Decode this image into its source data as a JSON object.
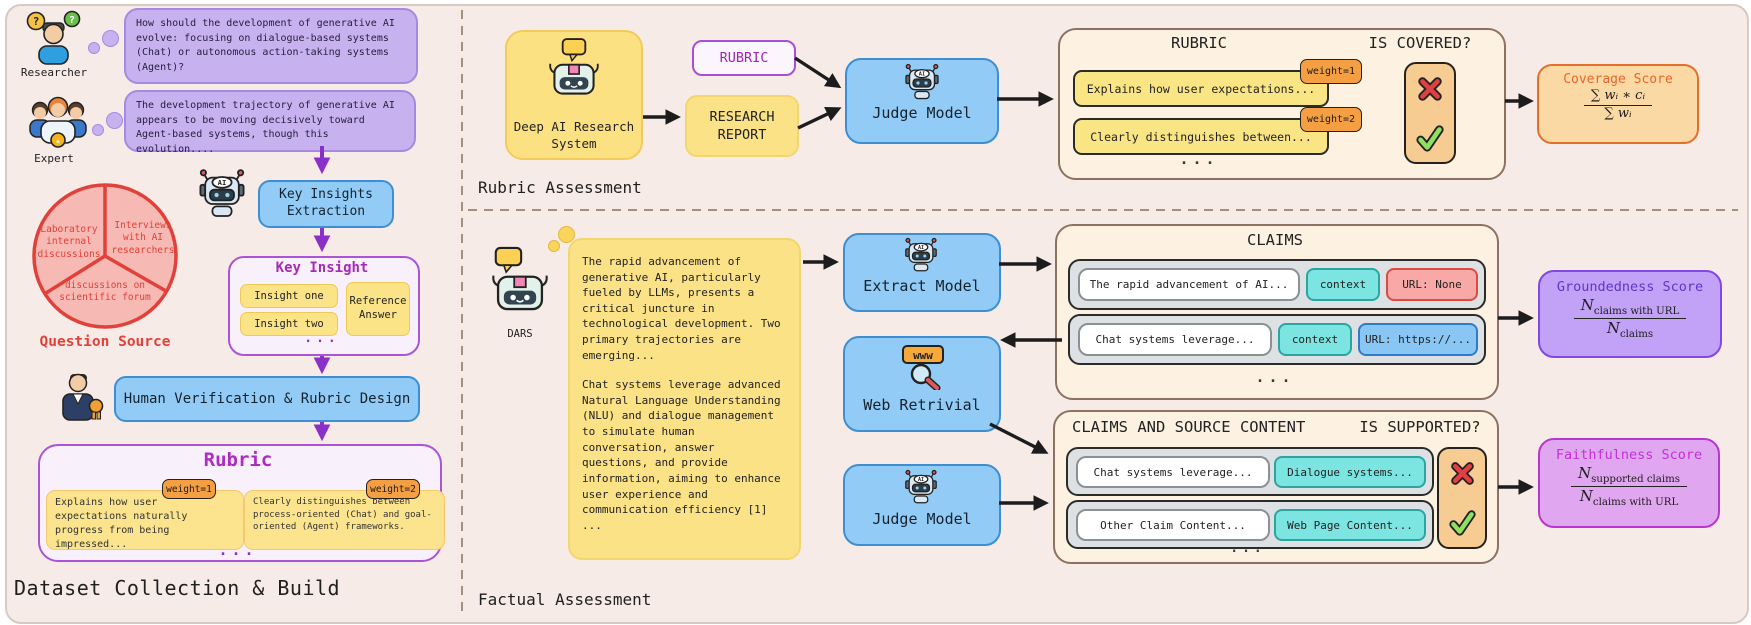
{
  "colors": {
    "panel_bg": "#f6ebe6",
    "blue_box": "#92ccf6",
    "yellow_box": "#fce183",
    "cream_box": "#fdf2e1",
    "purple_bubble": "#c8b1ef",
    "purple_accent": "#8b2fc9",
    "pie_red": "#e0413a",
    "weight_orange": "#f59f43",
    "context_cyan": "#7de5e1",
    "url_none_pink": "#f8a9a7",
    "url_link_blue": "#8ac6f4",
    "coverage_orange": "#e8662b",
    "groundedness_purple": "#6d3df0",
    "faithfulness_magenta": "#c231d6",
    "check_green": "#8ee05e",
    "cross_red": "#e23f44"
  },
  "icons": {
    "ai_label": "AI",
    "www_label": "www",
    "question_mark": "?",
    "star": "★"
  },
  "left": {
    "section_label": "Dataset Collection & Build",
    "researcher_label": "Researcher",
    "researcher_bubble": "How should the development of generative AI evolve: focusing on dialogue-based systems (Chat) or autonomous action-taking systems (Agent)?",
    "expert_label": "Expert",
    "expert_bubble": "The development trajectory of generative AI appears to be moving decisively toward Agent-based systems, though this evolution....",
    "pie": {
      "title": "Question Source",
      "slice1": "Laboratory internal discussions",
      "slice2": "Interviews with AI researchers",
      "slice3": "discussions on scientific forum"
    },
    "key_insights_extraction": "Key Insights Extraction",
    "key_insight": {
      "title": "Key Insight",
      "item1": "Insight one",
      "item2": "Insight two",
      "ellipsis": "...",
      "reference": "Reference Answer"
    },
    "human_verification": "Human Verification & Rubric Design",
    "rubric": {
      "title": "Rubric",
      "card1": "Explains how user expectations naturally progress from being impressed...",
      "card1_weight": "weight=1",
      "card2": "Clearly distinguishes between process-oriented (Chat) and goal-oriented (Agent) frameworks.",
      "card2_weight": "weight=2",
      "ellipsis": "..."
    }
  },
  "rubric_assessment": {
    "section_label": "Rubric Assessment",
    "deep_ai_label": "Deep AI Research System",
    "rubric_tag": "RUBRIC",
    "research_report": "RESEARCH REPORT",
    "judge_model": "Judge Model",
    "check_box": {
      "title": "RUBRIC",
      "covered_title": "IS COVERED?",
      "item1": "Explains how user expectations...",
      "item1_weight": "weight=1",
      "item2": "Clearly distinguishes between...",
      "item2_weight": "weight=2",
      "ellipsis": "..."
    },
    "coverage": {
      "title": "Coverage Score",
      "num": "∑ wᵢ ∗ cᵢ",
      "den": "∑ wᵢ"
    }
  },
  "factual": {
    "section_label": "Factual Assessment",
    "dars_label": "DARS",
    "report_p1": "The rapid advancement of generative AI, particularly fueled by LLMs, presents a critical juncture in technological development. Two primary trajectories are emerging...",
    "report_p2": "Chat systems leverage advanced Natural Language Understanding (NLU) and dialogue management to simulate human conversation, answer questions, and provide information, aiming to enhance user experience and communication efficiency [1]",
    "report_ellipsis": "...",
    "extract_model": "Extract Model",
    "web_retrivial": "Web Retrivial",
    "judge_model": "Judge Model",
    "claims": {
      "title": "CLAIMS",
      "row1_claim": "The rapid advancement of AI...",
      "row1_context": "context",
      "row1_url": "URL: None",
      "row2_claim": "Chat systems leverage...",
      "row2_context": "context",
      "row2_url": "URL: https://...",
      "ellipsis": "..."
    },
    "groundedness": {
      "title": "Groundedness Score",
      "num_base": "N",
      "num_sub": "claims with URL",
      "den_base": "N",
      "den_sub": "claims"
    },
    "support": {
      "title": "CLAIMS AND SOURCE CONTENT",
      "supported_title": "IS SUPPORTED?",
      "row1_claim": "Chat systems leverage...",
      "row1_source": "Dialogue systems...",
      "row2_claim": "Other Claim Content...",
      "row2_source": "Web Page Content...",
      "ellipsis": "..."
    },
    "faithfulness": {
      "title": "Faithfulness Score",
      "num_base": "N",
      "num_sub": "supported claims",
      "den_base": "N",
      "den_sub": "claims with URL"
    }
  }
}
